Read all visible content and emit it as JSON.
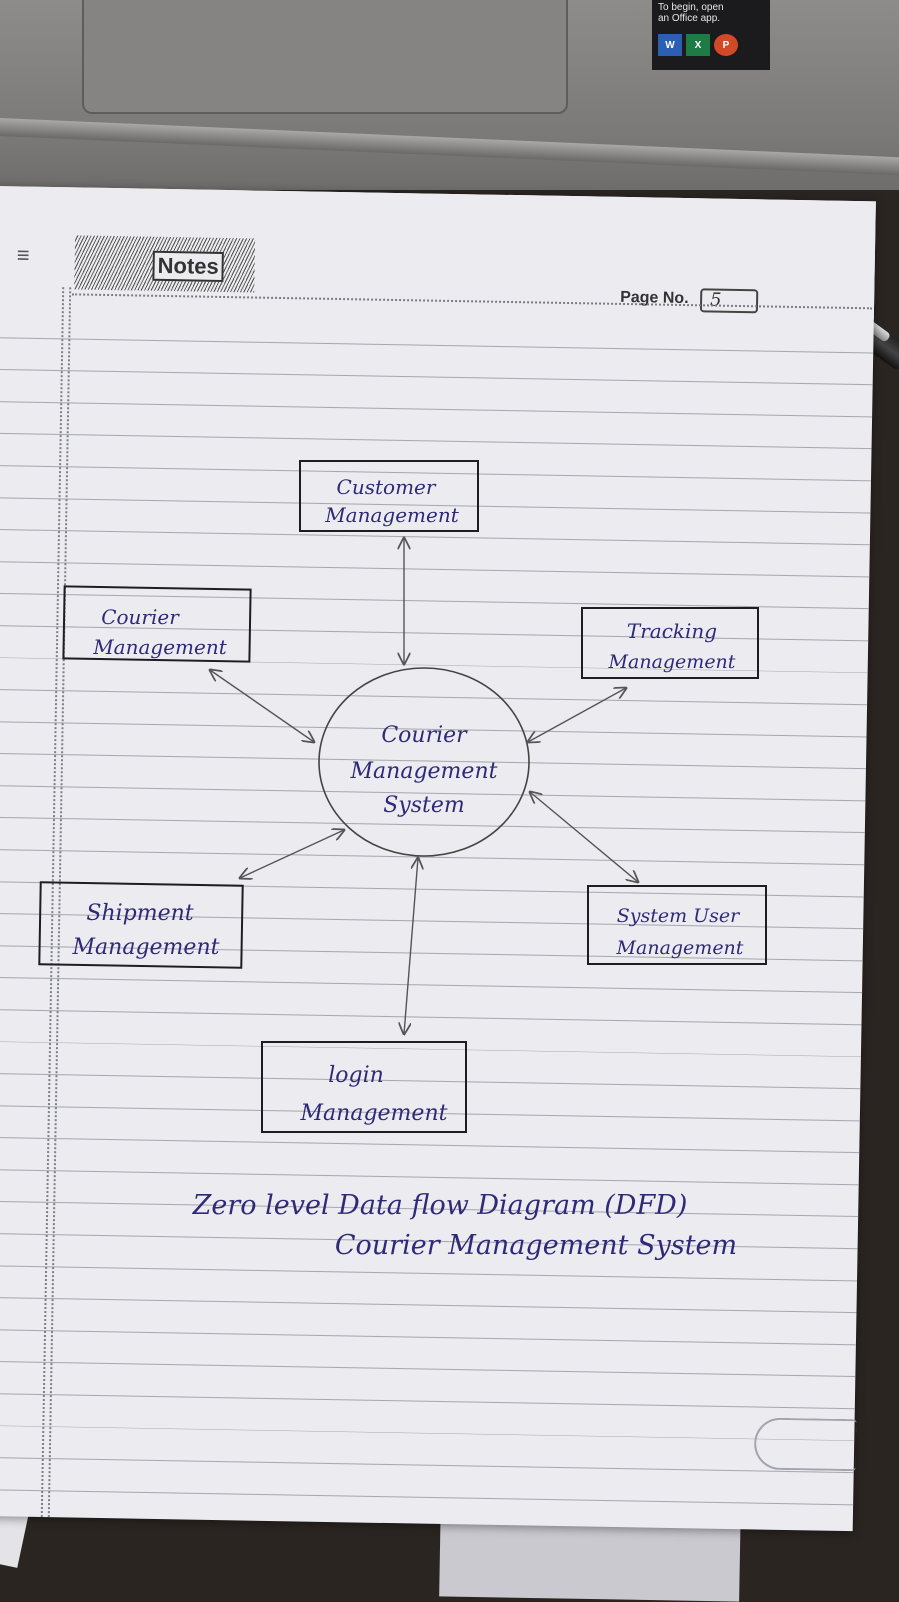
{
  "laptop": {
    "sticker_text": [
      "To begin, open",
      "an Office app."
    ],
    "apps": [
      {
        "letter": "W",
        "color": "#2b5fb4"
      },
      {
        "letter": "X",
        "color": "#1e7b45"
      },
      {
        "letter": "P",
        "color": "#d04a2a"
      }
    ]
  },
  "notebook": {
    "brand": "Notes",
    "page_no_label": "Page No.",
    "page_no": "5"
  },
  "diagram": {
    "center": [
      "Courier",
      "Management",
      "System"
    ],
    "entities": [
      {
        "id": "customer",
        "lines": [
          "Customer",
          "Management"
        ]
      },
      {
        "id": "courier",
        "lines": [
          "Courier",
          "Management"
        ]
      },
      {
        "id": "tracking",
        "lines": [
          "Tracking",
          "Management"
        ]
      },
      {
        "id": "shipment",
        "lines": [
          "Shipment",
          "Management"
        ]
      },
      {
        "id": "system_user",
        "lines": [
          "System User",
          "Management"
        ]
      },
      {
        "id": "login",
        "lines": [
          "login",
          "Management"
        ]
      }
    ],
    "caption": [
      "Zero level Data flow Diagram (DFD)",
      "Courier Management System"
    ]
  },
  "colors": {
    "ink": "#2e2a78",
    "pencil": "#555555"
  }
}
